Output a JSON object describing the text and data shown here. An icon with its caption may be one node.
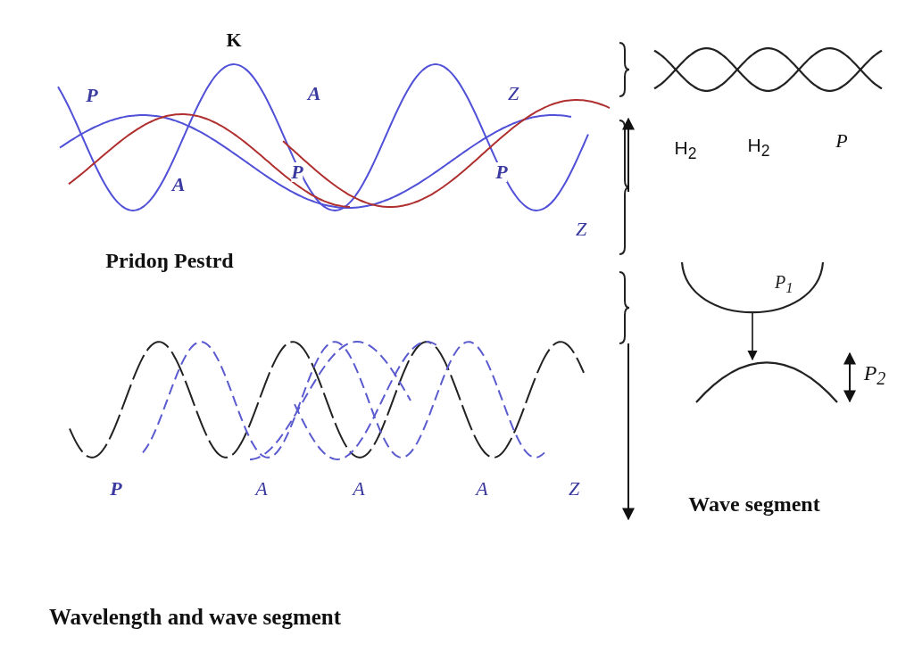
{
  "diagram": {
    "title": "Wavelength and wave segment",
    "nodes": [
      {
        "text": [
          "P$_{1}$"
        ]
      },
      {
        "text": [],
        "shape": "arc"
      }
    ],
    "edges": [
      {
        "from": 0,
        "to": 1,
        "arrow": "to"
      }
    ],
    "labels": [
      "K",
      "P",
      "A",
      "Z",
      "P",
      "H$_{2}$",
      "H$_{2}$",
      "P",
      "P",
      "A",
      "Z",
      "Pridoŋ Pestrd",
      "P$_{2}$",
      "P",
      "A",
      "A",
      "A",
      "Z",
      "Wave segment"
    ]
  }
}
